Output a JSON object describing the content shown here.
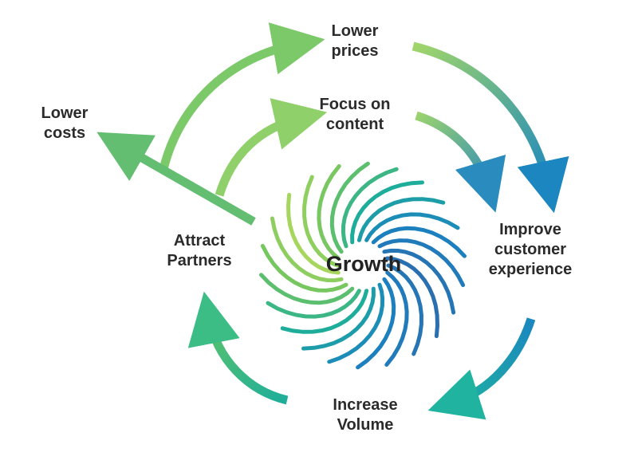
{
  "center": {
    "label": "Growth"
  },
  "nodes": {
    "lower_prices": {
      "line1": "Lower",
      "line2": "prices"
    },
    "focus_on_content": {
      "line1": "Focus on",
      "line2": "content"
    },
    "lower_costs": {
      "line1": "Lower",
      "line2": "costs"
    },
    "improve_customer_experience": {
      "line1": "Improve",
      "line2": "customer",
      "line3": "experience"
    },
    "increase_volume": {
      "line1": "Increase",
      "line2": "Volume"
    },
    "attract_partners": {
      "line1": "Attract",
      "line2": "Partners"
    }
  },
  "colors": {
    "green_light": "#a6d65e",
    "green": "#5fc06a",
    "teal": "#1eae9a",
    "blue": "#1b82c0",
    "blue_dark": "#2a6fb0",
    "text": "#2b2b2b"
  }
}
